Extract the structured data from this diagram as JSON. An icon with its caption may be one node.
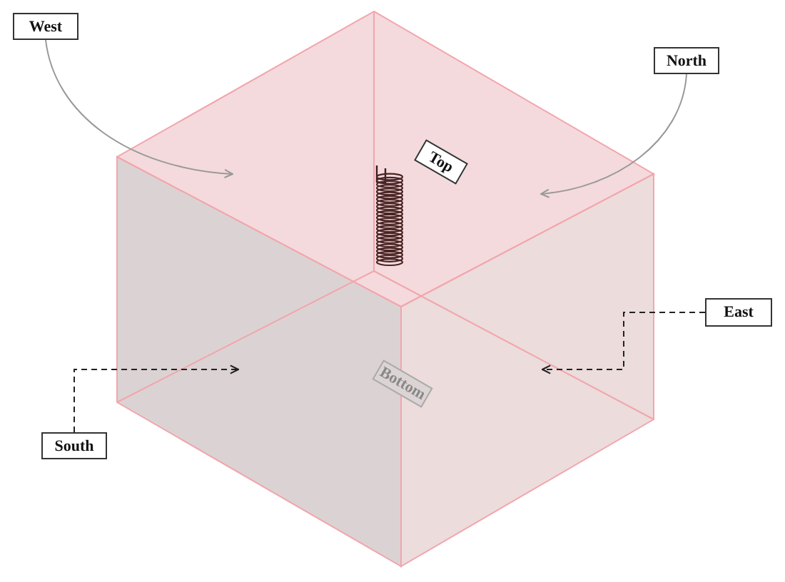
{
  "diagram": {
    "nodes": [
      {
        "text": [
          "West"
        ]
      },
      {
        "text": [
          "North"
        ]
      },
      {
        "text": [
          "Top"
        ]
      },
      {
        "text": [
          "East"
        ]
      },
      {
        "text": [
          "South"
        ]
      },
      {
        "text": [
          "Bottom"
        ]
      }
    ],
    "edges": [
      {
        "from": 0,
        "to": null,
        "arrow": "to",
        "color": "#999999"
      },
      {
        "from": 1,
        "to": null,
        "arrow": "to",
        "color": "#999999"
      },
      {
        "from": 3,
        "to": null,
        "arrow": "to",
        "style": "dashed",
        "color": "#222222"
      },
      {
        "from": 4,
        "to": null,
        "arrow": "to",
        "style": "dashed",
        "color": "#222222"
      }
    ]
  }
}
